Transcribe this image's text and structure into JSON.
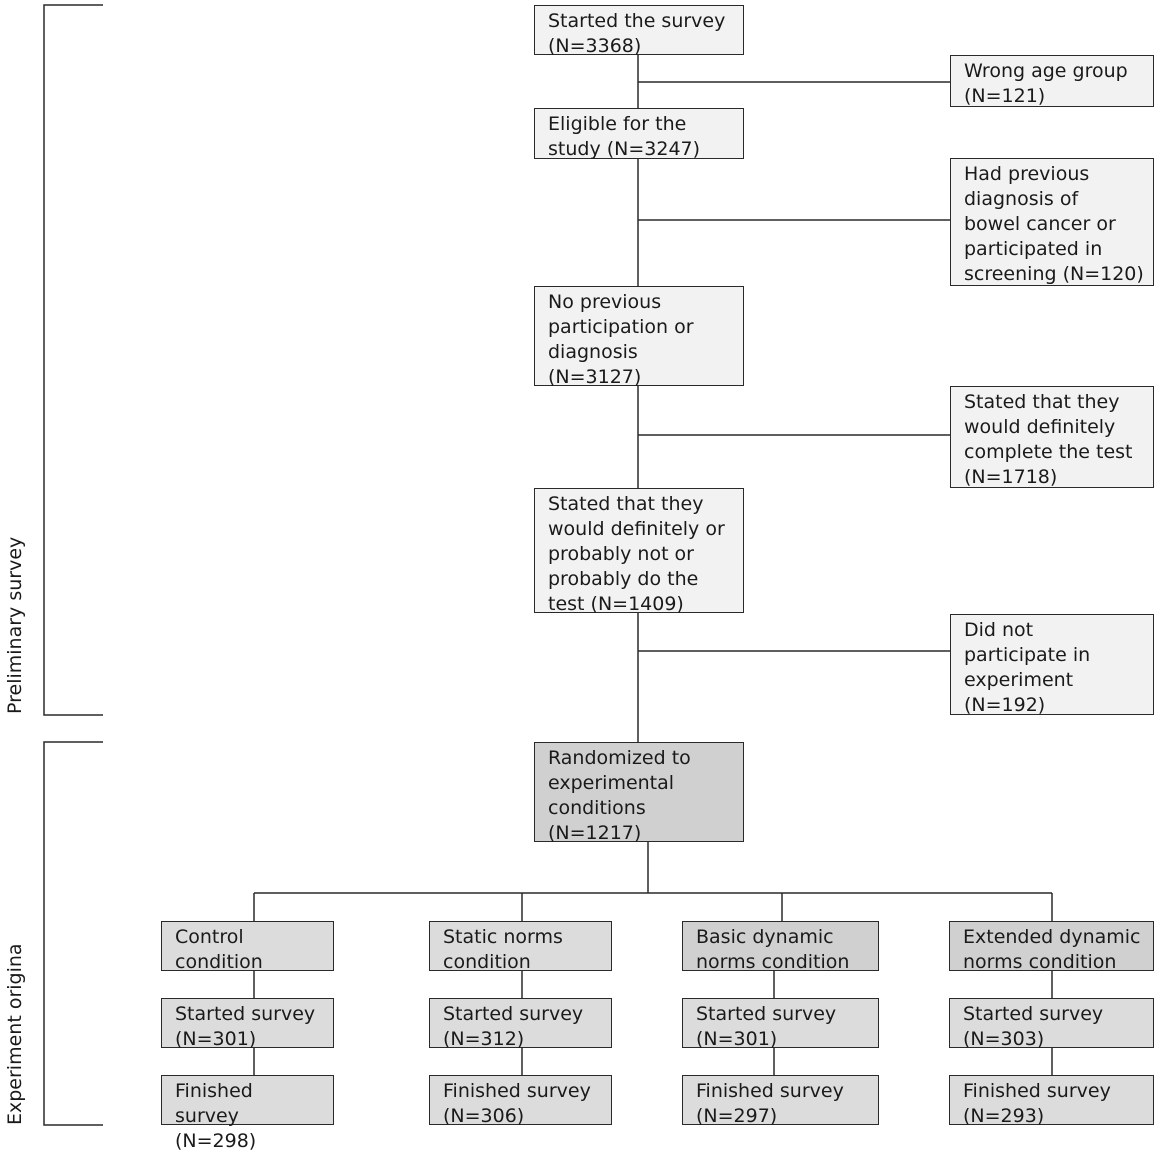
{
  "sections": {
    "preliminary": "Preliminary survey",
    "experiment": "Experiment origina"
  },
  "flow": {
    "started": "Started the survey\n(N=3368)",
    "wrong_age": "Wrong age group\n(N=121)",
    "eligible": "Eligible for the\nstudy (N=3247)",
    "prev_diag": "Had previous\ndiagnosis of\nbowel cancer or\nparticipated in\nscreening (N=120)",
    "no_prev": "No previous\nparticipation or\ndiagnosis\n(N=3127)",
    "definitely_complete": "Stated that they\nwould definitely\ncomplete the test\n(N=1718)",
    "maybe": "Stated that they\nwould definitely or\nprobably not or\nprobably do the\ntest (N=1409)",
    "not_participate": "Did not\nparticipate in\nexperiment\n(N=192)",
    "randomized": "Randomized to\nexperimental\nconditions\n(N=1217)"
  },
  "conditions": [
    {
      "name": "Control\ncondition",
      "started": "Started survey\n(N=301)",
      "finished": "Finished\nsurvey (N=298)"
    },
    {
      "name": "Static norms\ncondition",
      "started": "Started survey\n(N=312)",
      "finished": "Finished survey\n(N=306)"
    },
    {
      "name": "Basic dynamic\nnorms condition",
      "started": "Started survey\n(N=301)",
      "finished": "Finished survey\n(N=297)"
    },
    {
      "name": "Extended dynamic\nnorms condition",
      "started": "Started survey\n(N=303)",
      "finished": "Finished survey\n(N=293)"
    }
  ]
}
